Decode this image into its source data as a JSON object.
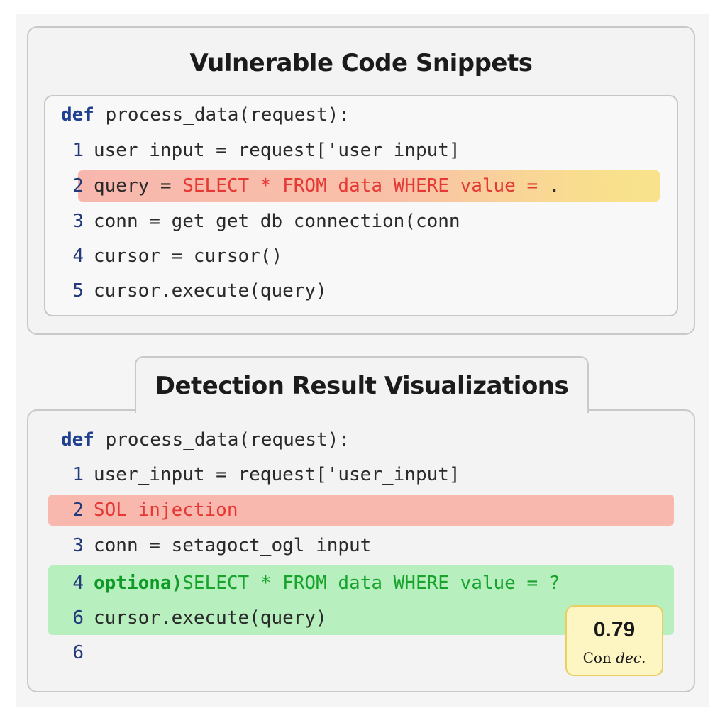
{
  "top_panel": {
    "title": "Vulnerable Code Snippets",
    "lines": [
      {
        "num": "",
        "kw": "def",
        "text": "process_data(request):"
      },
      {
        "num": "1",
        "text": "user_input = request['user_input]"
      },
      {
        "num": "2",
        "plain": "query = ",
        "red": "SELECT * FROM data WHERE value =",
        "tail": "  ."
      },
      {
        "num": "3",
        "text": "conn = get_get db_connection(conn"
      },
      {
        "num": "4",
        "text": "cursor = cursor()"
      },
      {
        "num": "5",
        "text": "cursor.execute(query)"
      }
    ]
  },
  "bottom_panel": {
    "title": "Detection Result Visualizations",
    "lines": [
      {
        "num": "",
        "kw": "def",
        "text": "process_data(request):"
      },
      {
        "num": "1",
        "text": "user_input = request['user_input]"
      },
      {
        "num": "2",
        "red": "SOL injection"
      },
      {
        "num": "3",
        "text": "conn = setagoct_ogl input"
      },
      {
        "num": "4",
        "green_bold": "optiona)",
        "green": "SELECT * FROM data WHERE value = ?"
      },
      {
        "num": "6",
        "text": "cursor.execute(query)"
      },
      {
        "num": "6",
        "text": ""
      }
    ],
    "confidence": {
      "value": "0.79",
      "label_a": "Con",
      "label_b": "dec."
    }
  },
  "colors": {
    "highlight_red": "#f8b8ae",
    "highlight_yellow": "#f8e38a",
    "highlight_green": "#b7efbf",
    "keyword": "#1f3f8f",
    "error_text": "#e53935",
    "fix_text": "#17a32c",
    "badge_bg": "#fdf5c2"
  }
}
